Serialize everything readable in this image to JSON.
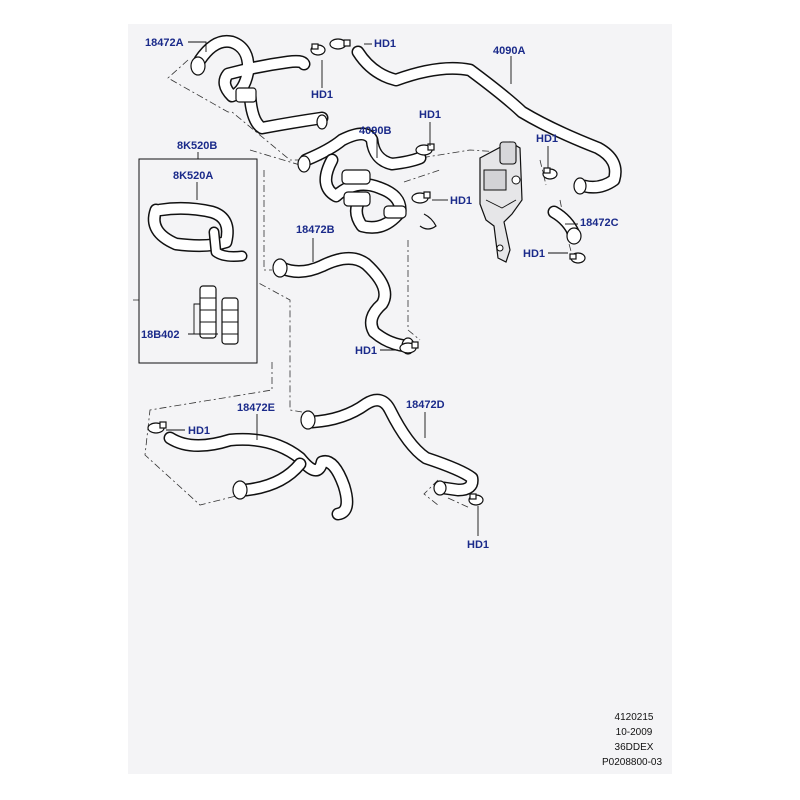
{
  "callouts": {
    "c_18472A": "18472A",
    "c_4090A": "4090A",
    "c_4090B": "4090B",
    "c_8K520B": "8K520B",
    "c_8K520A": "8K520A",
    "c_18472B": "18472B",
    "c_18472C": "18472C",
    "c_18B402": "18B402",
    "c_18472E": "18472E",
    "c_18472D": "18472D",
    "hd1_a": "HD1",
    "hd1_b": "HD1",
    "hd1_c": "HD1",
    "hd1_d": "HD1",
    "hd1_e": "HD1",
    "hd1_f": "HD1",
    "hd1_g": "HD1",
    "hd1_h": "HD1",
    "hd1_i": "HD1"
  },
  "caption": {
    "line1": "4120215",
    "line2": "10-2009",
    "line3": "36DDEX",
    "line4": "P0208800-03"
  }
}
